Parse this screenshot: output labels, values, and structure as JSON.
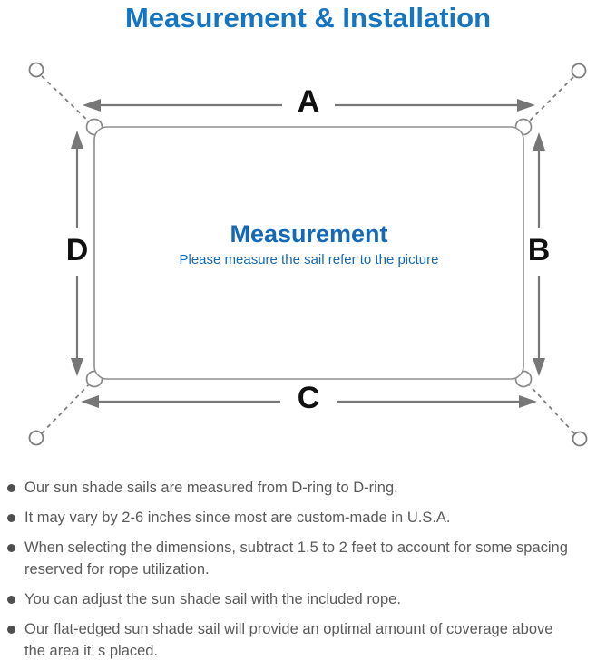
{
  "header": {
    "title": "Measurement & Installation"
  },
  "diagram": {
    "heading": "Measurement",
    "subheading": "Please measure the sail refer to the picture",
    "labels": {
      "top": "A",
      "right": "B",
      "bottom": "C",
      "left": "D"
    }
  },
  "notes": {
    "items": [
      {
        "lines": [
          "Our sun shade sails are measured from D-ring to D-ring."
        ]
      },
      {
        "lines": [
          "It may vary by 2-6 inches since most are custom-made in U.S.A."
        ]
      },
      {
        "lines": [
          "When selecting the dimensions, subtract 1.5 to 2 feet to account for some spacing",
          "reserved for rope utilization."
        ]
      },
      {
        "lines": [
          "You can adjust the sun shade sail with the included rope."
        ]
      },
      {
        "lines": [
          "Our flat-edged sun shade sail will provide an optimal amount of coverage above",
          "the area it’ s placed."
        ]
      }
    ]
  },
  "colors": {
    "title_blue": "#1575c1",
    "heading_blue": "#1569b4",
    "diagram_line_gray": "#7d7d7d",
    "arrow_gray": "#777777",
    "note_text_gray": "#5a5a5a",
    "label_black": "#111111"
  }
}
